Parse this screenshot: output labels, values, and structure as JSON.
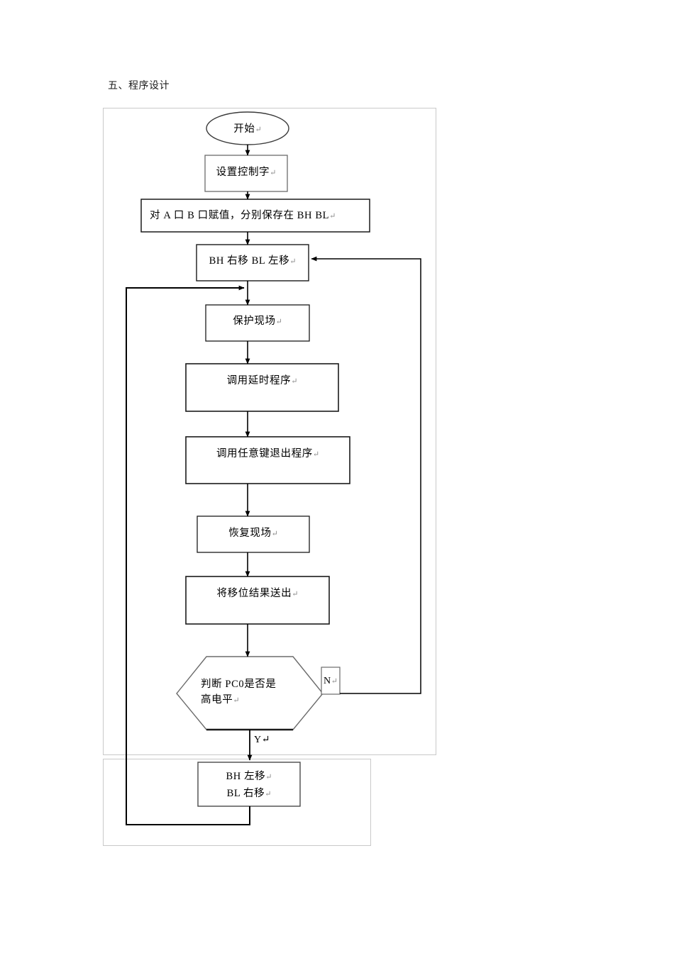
{
  "document": {
    "heading": "五、程序设计",
    "page_background": "#ffffff",
    "frame_border_color": "#c9c9c9",
    "shape_stroke_color": "#000000"
  },
  "chart_data": {
    "type": "diagram",
    "diagram_kind": "flowchart",
    "title": "五、程序设计",
    "nodes": [
      {
        "id": "start",
        "shape": "ellipse",
        "text": "开始",
        "cr": "↵"
      },
      {
        "id": "setctrl",
        "shape": "rect",
        "text": "设置控制字",
        "cr": "↵"
      },
      {
        "id": "assign",
        "shape": "rect",
        "text": "对 A 口  B 口赋值，分别保存在 BH BL",
        "cr": "↵"
      },
      {
        "id": "shift1",
        "shape": "rect",
        "text": "BH 右移  BL 左移",
        "cr": "↵"
      },
      {
        "id": "save",
        "shape": "rect",
        "text": "保护现场",
        "cr": "↵"
      },
      {
        "id": "delay",
        "shape": "rect",
        "text": "调用延时程序",
        "cr": "↵"
      },
      {
        "id": "anykey",
        "shape": "rect",
        "text": "调用任意键退出程序",
        "cr": "↵"
      },
      {
        "id": "restore",
        "shape": "rect",
        "text": "恢复现场",
        "cr": "↵"
      },
      {
        "id": "output",
        "shape": "rect",
        "text": "将移位结果送出",
        "cr": "↵"
      },
      {
        "id": "decision",
        "shape": "hexagon",
        "text_line1": "判断 PC0是否是",
        "text_line2": "高电平",
        "cr": "↵"
      },
      {
        "id": "nbox",
        "shape": "rect",
        "text": "N",
        "cr": "↵"
      },
      {
        "id": "shift2",
        "shape": "rect",
        "text_line1": "BH 左移",
        "text_line2": "BL 右移",
        "cr": "↵"
      }
    ],
    "edges": [
      {
        "from": "start",
        "to": "setctrl",
        "label": ""
      },
      {
        "from": "setctrl",
        "to": "assign",
        "label": ""
      },
      {
        "from": "assign",
        "to": "shift1",
        "label": ""
      },
      {
        "from": "shift1",
        "to": "save",
        "label": ""
      },
      {
        "from": "save",
        "to": "delay",
        "label": ""
      },
      {
        "from": "delay",
        "to": "anykey",
        "label": ""
      },
      {
        "from": "anykey",
        "to": "restore",
        "label": ""
      },
      {
        "from": "restore",
        "to": "output",
        "label": ""
      },
      {
        "from": "output",
        "to": "decision",
        "label": ""
      },
      {
        "from": "decision",
        "to": "shift2",
        "label": "Y"
      },
      {
        "from": "decision",
        "to": "shift1",
        "label": "N",
        "routing": "right-loop-back"
      },
      {
        "from": "shift2",
        "to": "save",
        "label": "",
        "routing": "left-loop-back"
      }
    ],
    "edge_labels": {
      "yes": "Y",
      "no": "N"
    }
  }
}
